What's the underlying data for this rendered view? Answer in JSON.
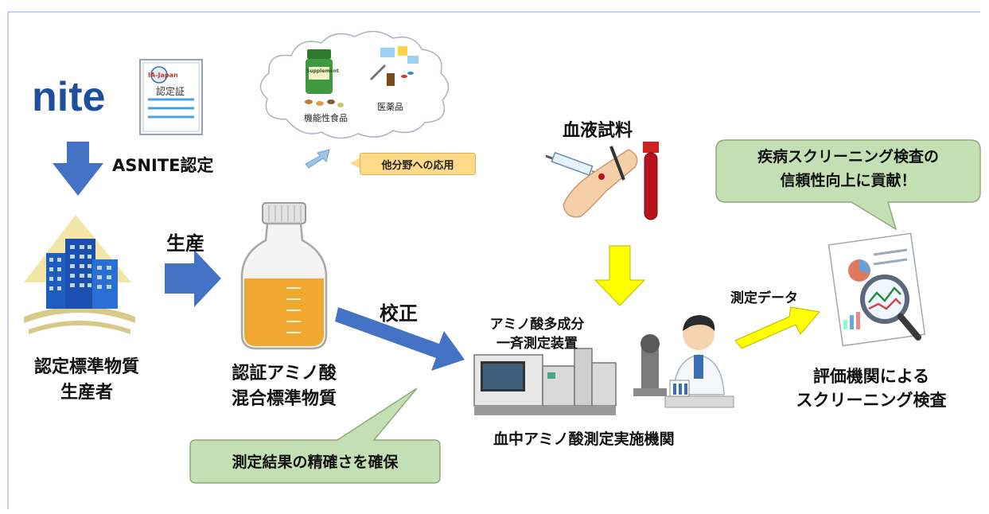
{
  "logo": {
    "text": "nite"
  },
  "certificate": {
    "badge": "IA-Japan",
    "title": "認定証"
  },
  "asnite_label": "ASNITE認定",
  "producer": {
    "line1": "認定標準物質",
    "line2": "生産者"
  },
  "production_label": "生産",
  "product": {
    "line1": "認証アミノ酸",
    "line2": "混合標準物質"
  },
  "calibration_label": "校正",
  "cloud": {
    "supplement_bottle_text": "Supplement",
    "item1": "機能性食品",
    "item2": "医薬品"
  },
  "other_field_tag": "他分野への応用",
  "blood_sample_label": "血液試料",
  "device": {
    "line1": "アミノ酸多成分",
    "line2": "一斉測定装置"
  },
  "institution_label": "血中アミノ酸測定実施機関",
  "measurement_data_label": "測定データ",
  "bubble_accuracy": "測定結果の精確さを確保",
  "bubble_reliability": {
    "line1": "疾病スクリーニング検査の",
    "line2": "信頼性向上に貢献！"
  },
  "evaluation": {
    "line1": "評価機関による",
    "line2": "スクリーニング検査"
  },
  "colors": {
    "blue_arrow": "#4472c4",
    "yellow_arrow": "#ffff00",
    "bubble_fill": "#c5dfb4",
    "bubble_stroke": "#8faa76",
    "liquid": "#f0a830",
    "nite_blue": "#1d4f9a",
    "tag_fill": "#ffd98a",
    "blood": "#b5121b"
  }
}
